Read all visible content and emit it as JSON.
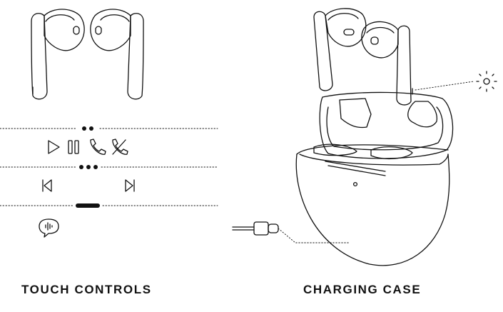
{
  "touch_controls": {
    "caption": "TOUCH CONTROLS",
    "gestures": [
      {
        "taps": 2,
        "actions": [
          "play-icon",
          "pause-icon",
          "phone-answer-icon",
          "phone-end-icon"
        ]
      },
      {
        "taps": 3,
        "actions": [
          "previous-track-icon",
          "next-track-icon"
        ]
      },
      {
        "taps": "long-press",
        "actions": [
          "voice-assistant-icon"
        ]
      }
    ]
  },
  "charging_case": {
    "caption": "CHARGING CASE",
    "icons": [
      "led-indicator-icon",
      "usb-c-cable-icon"
    ]
  },
  "colors": {
    "line": "#111111",
    "background": "#ffffff"
  }
}
